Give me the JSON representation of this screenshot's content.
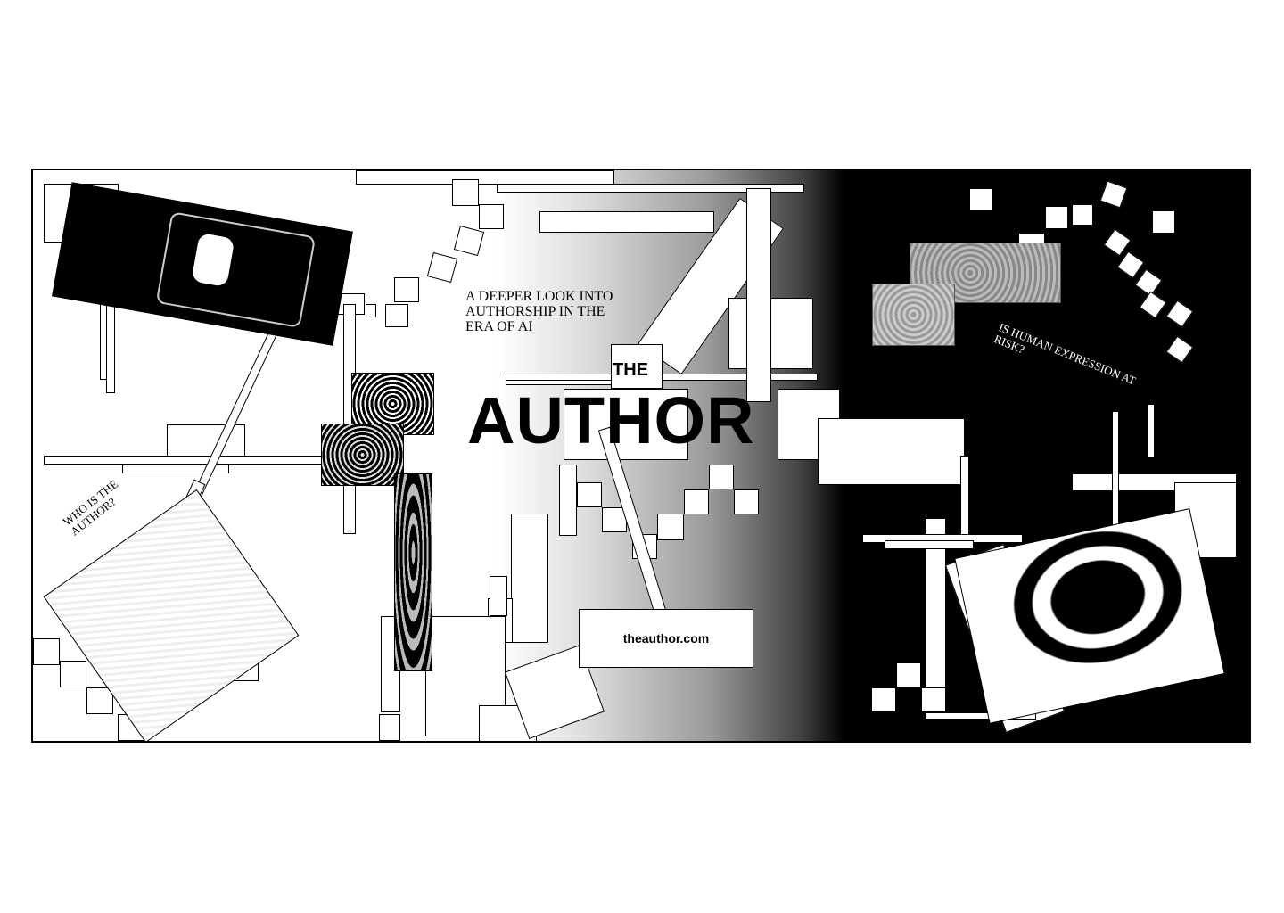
{
  "poster": {
    "tagline": "A DEEPER LOOK INTO AUTHORSHIP IN THE ERA OF AI",
    "title_small": "THE",
    "title_large": "AUTHOR",
    "question_left": "WHO IS THE AUTHOR?",
    "question_right": "IS HUMAN EXPRESSION AT RISK?",
    "url": "theauthor.com"
  },
  "colors": {
    "ink": "#000000",
    "paper": "#ffffff"
  }
}
